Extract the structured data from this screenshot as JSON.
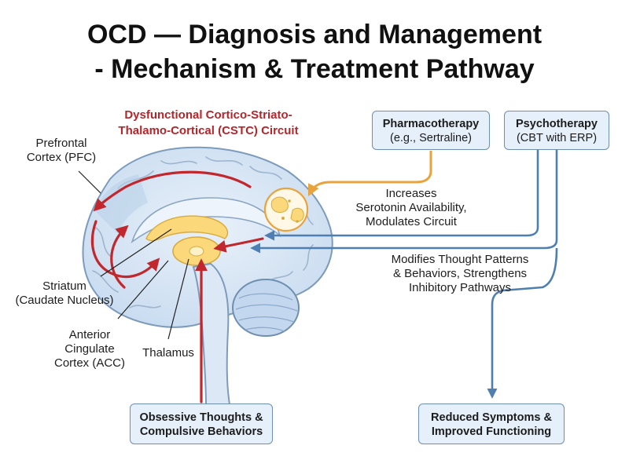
{
  "title": {
    "line1": "OCD — Diagnosis and Management",
    "line2": "- Mechanism & Treatment Pathway"
  },
  "circuit": {
    "line1": "Dysfunctional Cortico-Striato-",
    "line2": "Thalamo-Cortical (CSTC) Circuit"
  },
  "anatomy": {
    "pfc_line1": "Prefrontal",
    "pfc_line2": "Cortex (PFC)",
    "striatum_line1": "Striatum",
    "striatum_line2": "(Caudate Nucleus)",
    "acc_line1": "Anterior",
    "acc_line2": "Cingulate",
    "acc_line3": "Cortex (ACC)",
    "thalamus": "Thalamus"
  },
  "pharmacotherapy": {
    "title": "Pharmacotherapy",
    "subtitle": "(e.g., Sertraline)",
    "effect_line1": "Increases",
    "effect_line2": "Serotonin Availability,",
    "effect_line3": "Modulates Circuit"
  },
  "psychotherapy": {
    "title": "Psychotherapy",
    "subtitle": "(CBT with ERP)",
    "effect_line1": "Modifies Thought Patterns",
    "effect_line2": "& Behaviors, Strengthens",
    "effect_line3": "Inhibitory Pathways"
  },
  "symptoms": {
    "line1": "Obsessive Thoughts &",
    "line2": "Compulsive Behaviors"
  },
  "outcome": {
    "line1": "Reduced Symptoms &",
    "line2": "Improved Functioning"
  },
  "colors": {
    "circuit_red": "#c1272d",
    "pharma_orange": "#e8a33d",
    "psycho_blue": "#4f7fb0",
    "brain_fill": "#d5e4f4",
    "thalamus_yellow": "#fbd97a"
  }
}
